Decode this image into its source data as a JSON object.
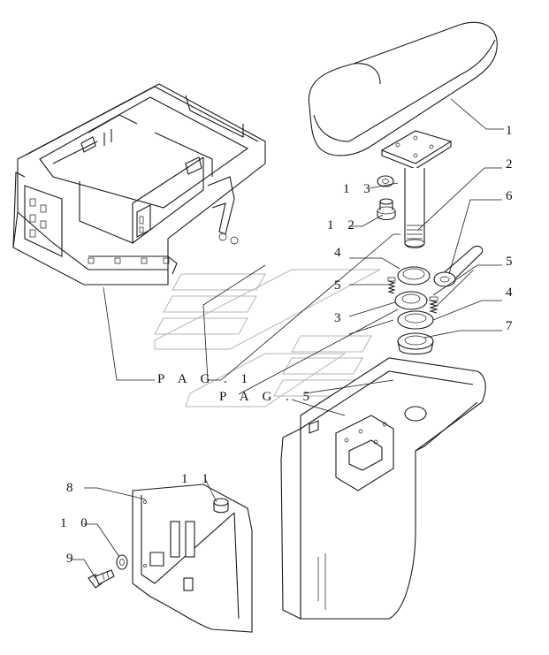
{
  "callouts": {
    "c1": "1",
    "c2": "2",
    "c3": "3",
    "c4a": "4",
    "c4b": "4",
    "c5a": "5",
    "c5b": "5",
    "c6": "6",
    "c7": "7",
    "c8": "8",
    "c9": "9",
    "c10": "1 0",
    "c11": "1 1",
    "c12": "1 2",
    "c13": "1 3"
  },
  "references": {
    "pag1": "P A G . 1",
    "pag5": "P A G . 5"
  }
}
